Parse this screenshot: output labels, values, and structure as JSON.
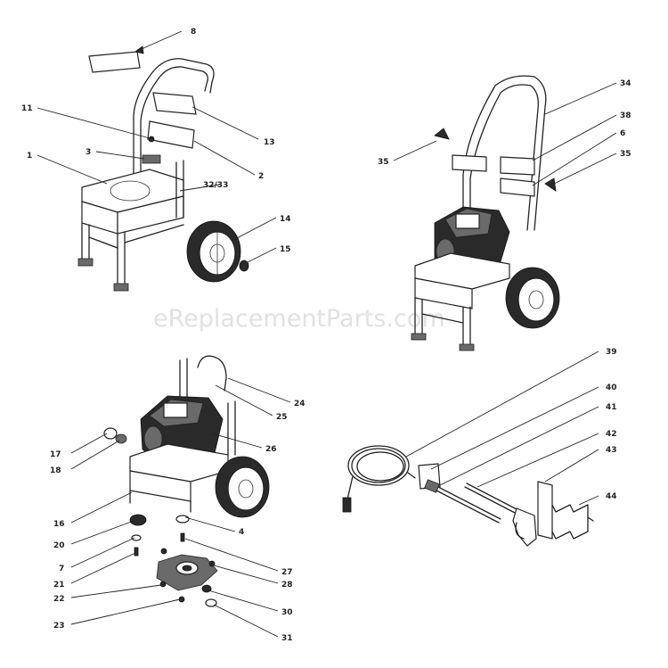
{
  "watermark": "eReplacementParts.com",
  "callouts": [
    {
      "id": "c-8",
      "text": "8"
    },
    {
      "id": "c-11",
      "text": "11"
    },
    {
      "id": "c-13",
      "text": "13"
    },
    {
      "id": "c-3",
      "text": "3"
    },
    {
      "id": "c-1",
      "text": "1"
    },
    {
      "id": "c-2",
      "text": "2"
    },
    {
      "id": "c-32-33",
      "text": "32/33"
    },
    {
      "id": "c-14",
      "text": "14"
    },
    {
      "id": "c-15",
      "text": "15"
    },
    {
      "id": "c-34",
      "text": "34"
    },
    {
      "id": "c-38",
      "text": "38"
    },
    {
      "id": "c-6",
      "text": "6"
    },
    {
      "id": "c-35a",
      "text": "35"
    },
    {
      "id": "c-35b",
      "text": "35"
    },
    {
      "id": "c-24",
      "text": "24"
    },
    {
      "id": "c-25",
      "text": "25"
    },
    {
      "id": "c-26",
      "text": "26"
    },
    {
      "id": "c-17",
      "text": "17"
    },
    {
      "id": "c-18",
      "text": "18"
    },
    {
      "id": "c-16",
      "text": "16"
    },
    {
      "id": "c-4",
      "text": "4"
    },
    {
      "id": "c-20",
      "text": "20"
    },
    {
      "id": "c-7",
      "text": "7"
    },
    {
      "id": "c-27",
      "text": "27"
    },
    {
      "id": "c-21",
      "text": "21"
    },
    {
      "id": "c-28",
      "text": "28"
    },
    {
      "id": "c-22",
      "text": "22"
    },
    {
      "id": "c-30",
      "text": "30"
    },
    {
      "id": "c-23",
      "text": "23"
    },
    {
      "id": "c-31",
      "text": "31"
    },
    {
      "id": "c-39",
      "text": "39"
    },
    {
      "id": "c-40",
      "text": "40"
    },
    {
      "id": "c-41",
      "text": "41"
    },
    {
      "id": "c-42",
      "text": "42"
    },
    {
      "id": "c-43",
      "text": "43"
    },
    {
      "id": "c-44",
      "text": "44"
    }
  ]
}
